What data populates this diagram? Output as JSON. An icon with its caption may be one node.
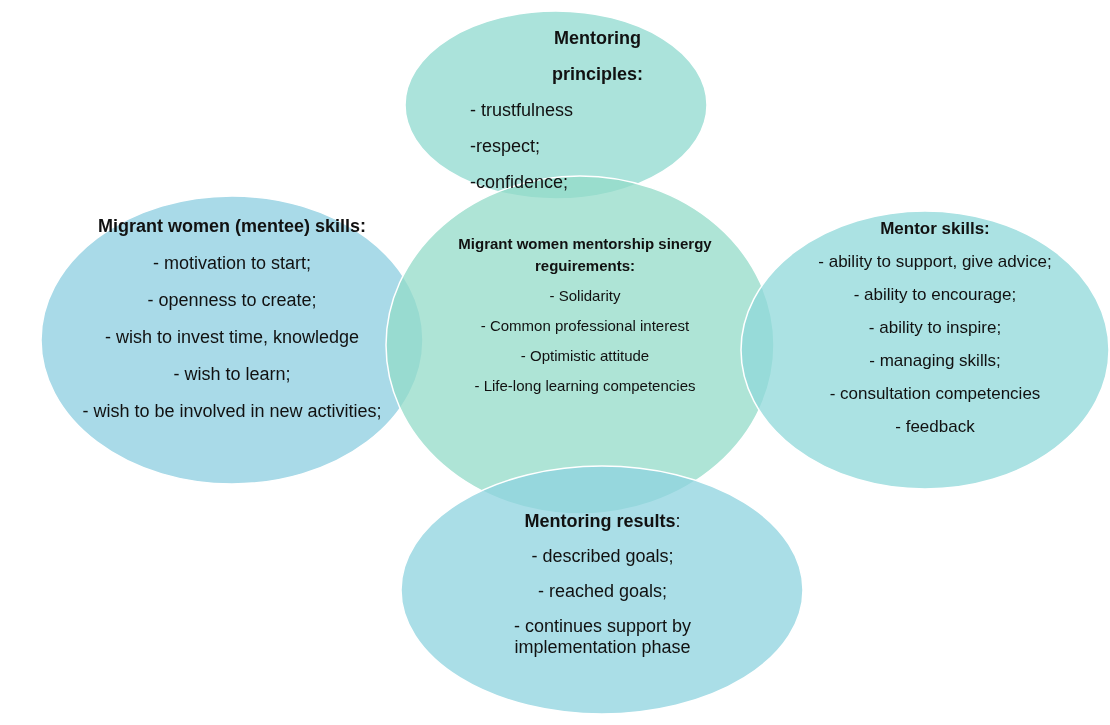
{
  "diagram": {
    "nodes": [
      {
        "text": [
          "Mentoring principles:",
          "- trustfulness",
          "-respect;",
          "-confidence;"
        ]
      },
      {
        "text": [
          "Migrant women (mentee) skills:",
          "- motivation to start;",
          "- openness to create;",
          "- wish to invest time, knowledge",
          "- wish to learn;",
          "- wish to be involved in new activities;"
        ]
      },
      {
        "text": [
          "Migrant women mentorship sinergy reguirements:",
          "- Solidarity",
          "- Common professional interest",
          "- Optimistic attitude",
          "- Life-long learning competencies"
        ]
      },
      {
        "text": [
          "Mentor skills:",
          "- ability to support, give advice;",
          "- ability to encourage;",
          "- ability to inspire;",
          "- managing skills;",
          "- consultation competencies",
          "- feedback"
        ]
      },
      {
        "text": [
          "**Mentoring results**:",
          "- described goals;",
          "- reached goals;",
          "- continues support by implementation phase"
        ]
      }
    ]
  }
}
